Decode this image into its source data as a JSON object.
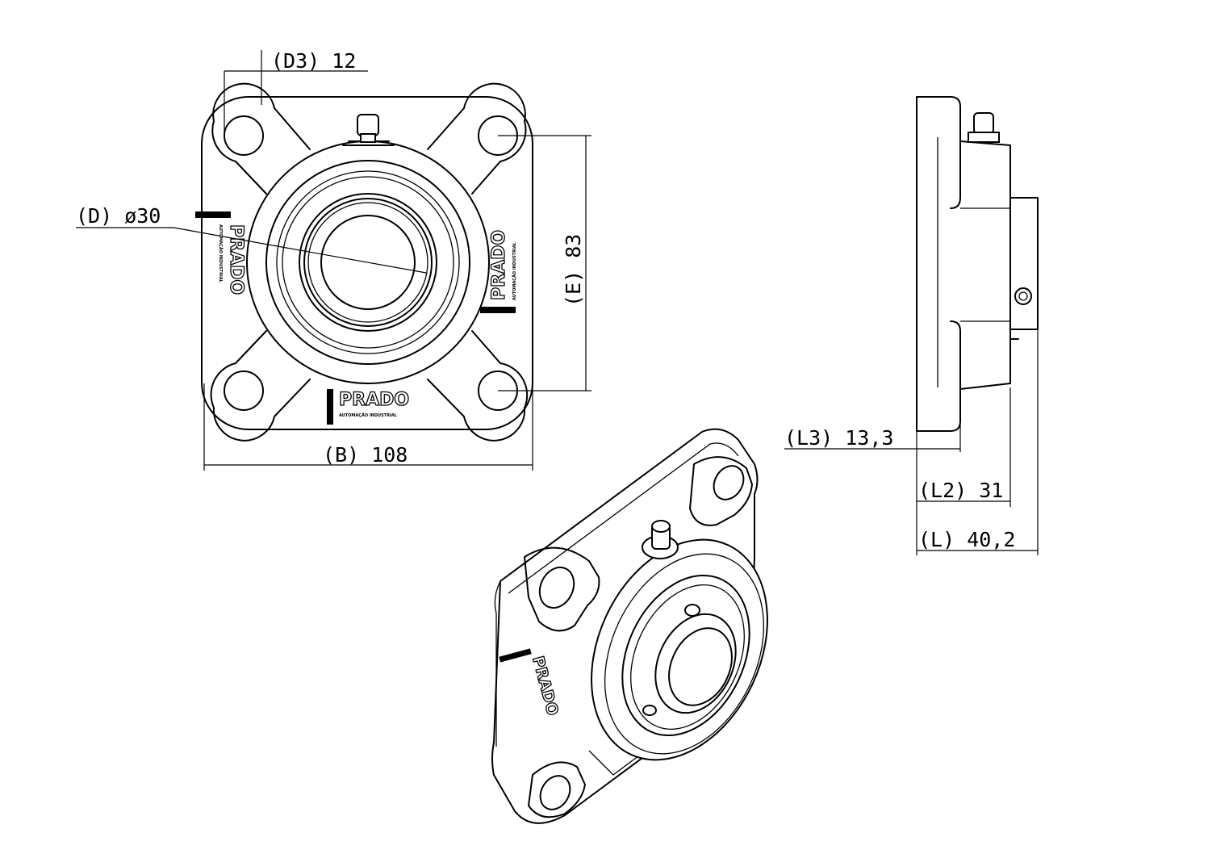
{
  "brand": {
    "name": "PRADO",
    "tagline": "AUTOMAÇÃO INDUSTRIAL"
  },
  "dimensions": {
    "d3": "(D3) 12",
    "d": "(D) ø30",
    "e": "(E) 83",
    "b": "(B) 108",
    "l3": "(L3) 13,3",
    "l2": "(L2) 31",
    "l": "(L) 40,2"
  }
}
